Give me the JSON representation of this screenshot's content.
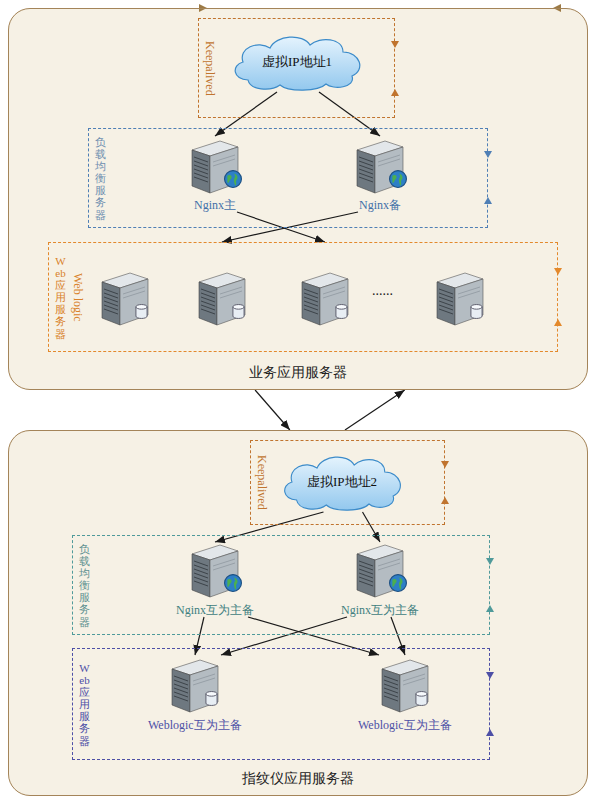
{
  "diagram": {
    "nodes": [
      {
        "text": [
          "业务应用服务器"
        ]
      },
      {
        "text": [
          "Keepalived"
        ],
        "in": 0
      },
      {
        "text": [
          "虚拟IP地址1"
        ],
        "in": 1
      },
      {
        "text": [
          "负载均衡服务器"
        ],
        "in": 0
      },
      {
        "text": [
          "Nginx主"
        ],
        "in": 3
      },
      {
        "text": [
          "Nginx备"
        ],
        "in": 3
      },
      {
        "text": [
          "Web应用服务器",
          "Web logic"
        ],
        "in": 0
      },
      {
        "text": [
          "指纹仪应用服务器"
        ]
      },
      {
        "text": [
          "Keepalived"
        ],
        "in": 7
      },
      {
        "text": [
          "虚拟IP地址2"
        ],
        "in": 8
      },
      {
        "text": [
          "负载均衡服务器"
        ],
        "in": 7
      },
      {
        "text": [
          "Nginx互为主备"
        ],
        "in": 10
      },
      {
        "text": [
          "Nginx互为主备"
        ],
        "in": 10
      },
      {
        "text": [
          "Web应用服务器"
        ],
        "in": 7
      },
      {
        "text": [
          "Weblogic互为主备"
        ],
        "in": 13
      },
      {
        "text": [
          "Weblogic互为主备"
        ],
        "in": 13
      }
    ],
    "edges": [
      {
        "from": 2,
        "to": 4,
        "arrow": "to"
      },
      {
        "from": 2,
        "to": 5,
        "arrow": "to"
      },
      {
        "from": 4,
        "to": 6,
        "arrow": "to"
      },
      {
        "from": 5,
        "to": 6,
        "arrow": "to"
      },
      {
        "from": 0,
        "to": 7,
        "arrow": "to"
      },
      {
        "from": 7,
        "to": 0,
        "arrow": "to"
      },
      {
        "from": 9,
        "to": 11,
        "arrow": "to"
      },
      {
        "from": 9,
        "to": 12,
        "arrow": "to"
      },
      {
        "from": 11,
        "to": 14,
        "arrow": "to"
      },
      {
        "from": 11,
        "to": 15,
        "arrow": "to"
      },
      {
        "from": 12,
        "to": 14,
        "arrow": "to"
      },
      {
        "from": 12,
        "to": 15,
        "arrow": "to"
      }
    ],
    "labels": [
      "......"
    ]
  }
}
